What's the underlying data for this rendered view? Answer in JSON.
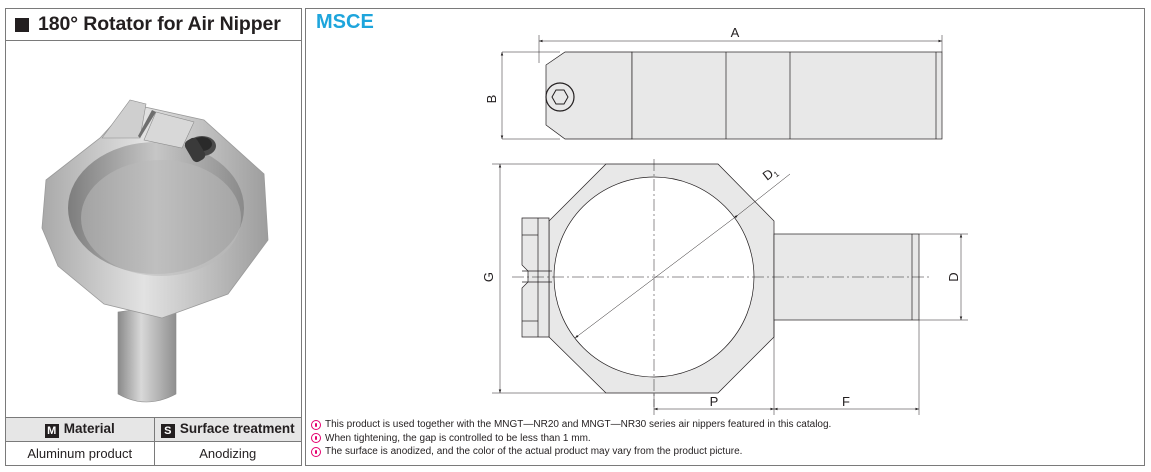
{
  "left_panel": {
    "title": "180° Rotator for Air Nipper",
    "spec_table": {
      "headers": [
        {
          "badge": "M",
          "label": "Material"
        },
        {
          "badge": "S",
          "label": "Surface treatment"
        }
      ],
      "rows": [
        [
          "Aluminum product",
          "Anodizing"
        ]
      ]
    }
  },
  "right_panel": {
    "model": "MSCE",
    "dimension_labels": {
      "a": "A",
      "b": "B",
      "d1": "D",
      "d1_sub": "1",
      "d": "D",
      "g": "G",
      "p": "P",
      "f": "F"
    },
    "notes": [
      "This product is used together with the MNGT—NR20 and MNGT—NR30 series air nippers featured in this catalog.",
      "When tightening, the gap is controlled to be less than 1 mm.",
      "The surface is anodized, and the color of the actual product may vary from the product picture."
    ]
  },
  "colors": {
    "accent": "#1ea5dc",
    "note_icon": "#e5006e",
    "part_fill": "#e8e8e8",
    "header_fill": "#e6e6e6"
  },
  "icons": {
    "note": "caution-icon",
    "bullet": "black-square-icon"
  }
}
